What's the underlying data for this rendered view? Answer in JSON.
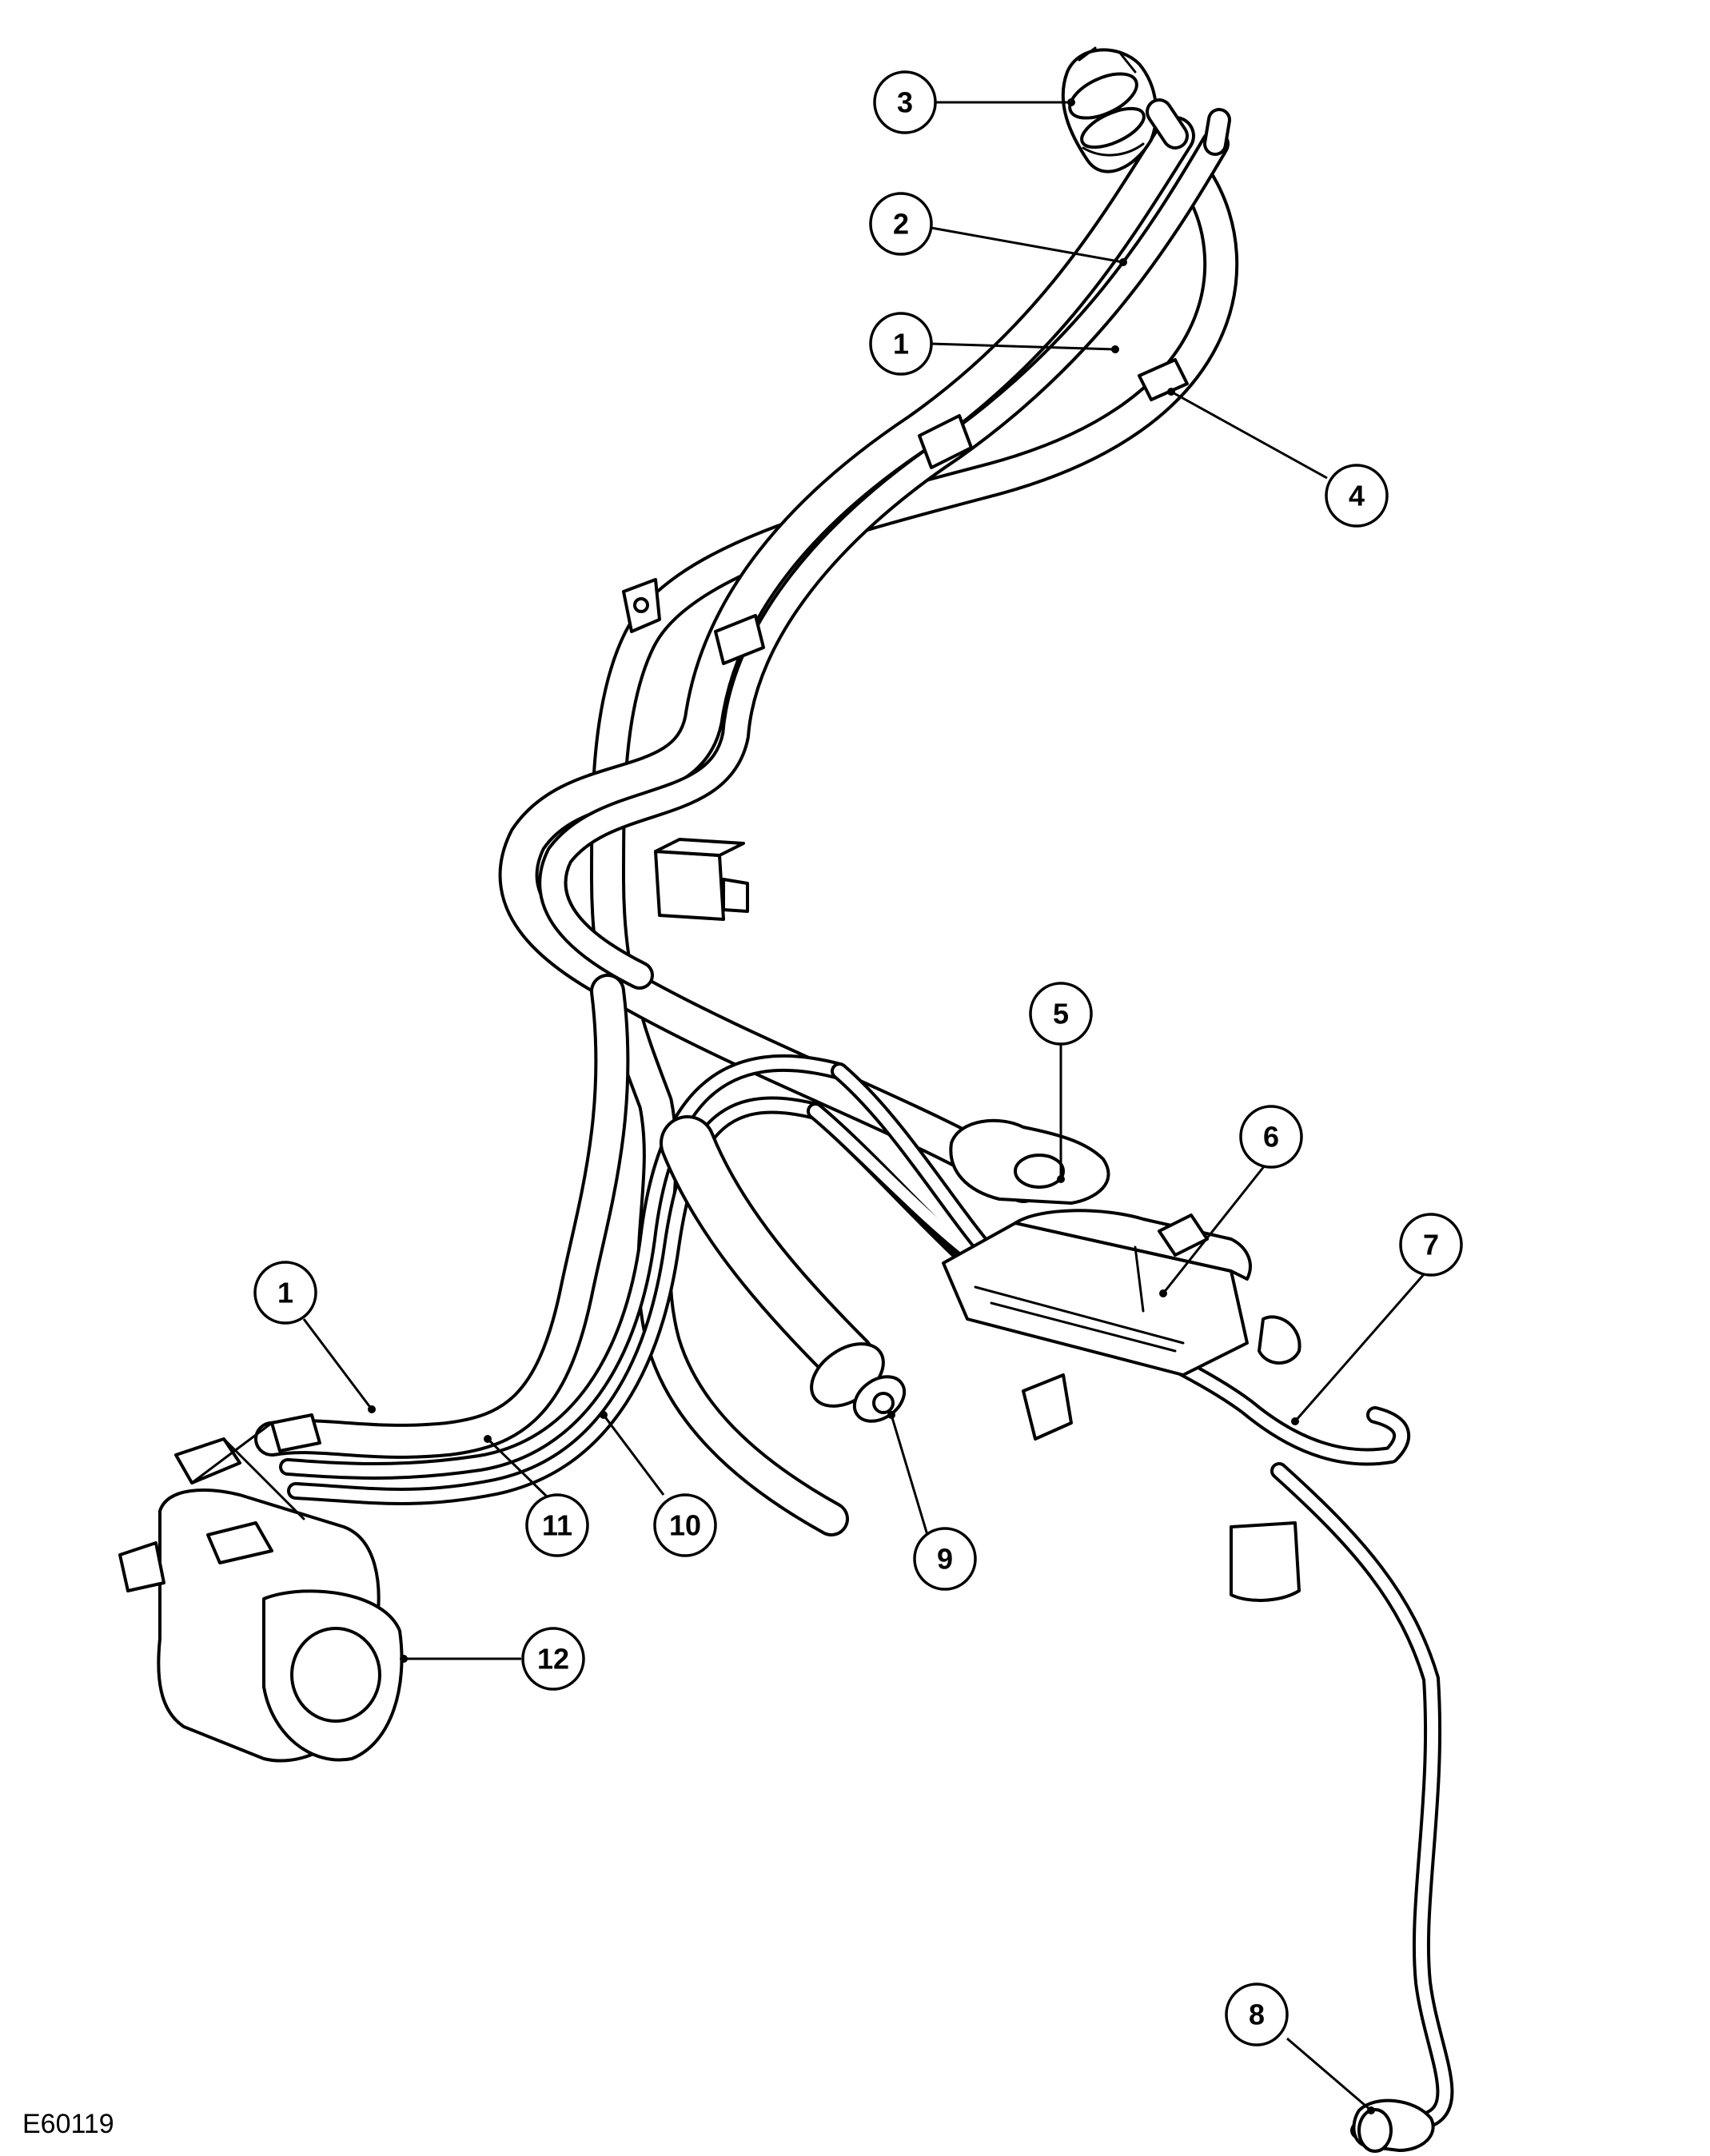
{
  "figure": {
    "id": "E60119"
  },
  "callouts": [
    {
      "number": "3"
    },
    {
      "number": "2"
    },
    {
      "number": "1"
    },
    {
      "number": "4"
    },
    {
      "number": "5"
    },
    {
      "number": "6"
    },
    {
      "number": "7"
    },
    {
      "number": "1"
    },
    {
      "number": "11"
    },
    {
      "number": "10"
    },
    {
      "number": "9"
    },
    {
      "number": "12"
    },
    {
      "number": "8"
    }
  ]
}
